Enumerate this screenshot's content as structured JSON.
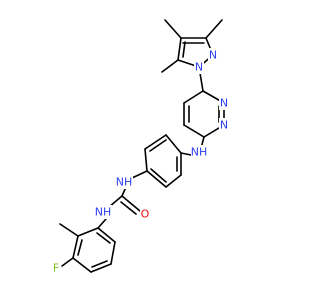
{
  "structure": {
    "atom_labels": {
      "nh_top": "NH",
      "nh_mid": "NH",
      "nh_low": "NH",
      "o": "O",
      "f": "F",
      "n_pz1": "N",
      "n_pz2": "N",
      "n_pd1": "N",
      "n_pd2": "N"
    },
    "colors": {
      "bond": "#000000",
      "nitrogen": "#2b3ff2",
      "oxygen": "#f20c0c",
      "fluorine": "#7fbf23"
    }
  }
}
